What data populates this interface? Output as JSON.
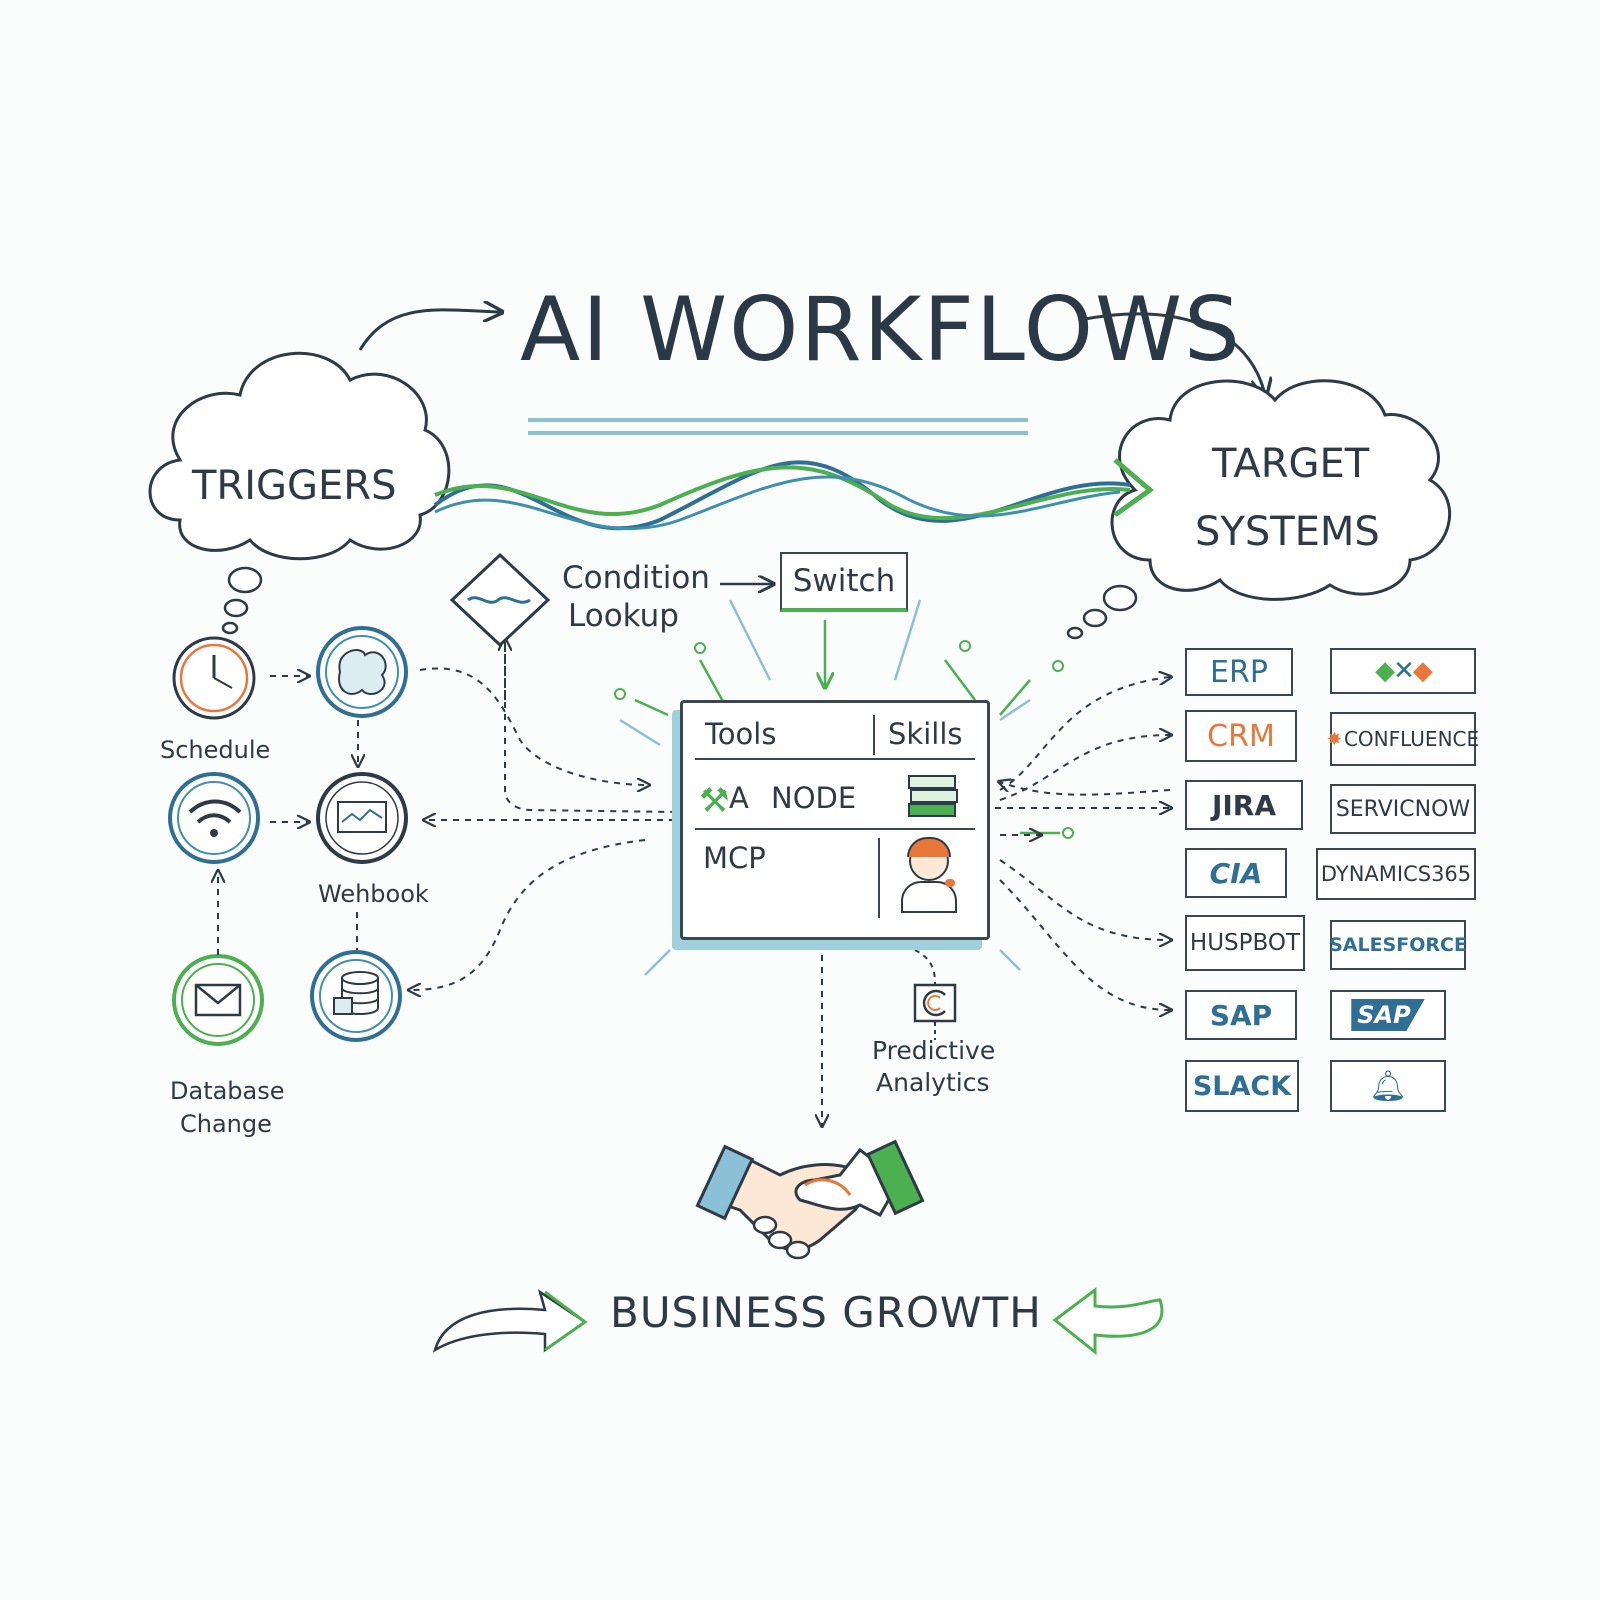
{
  "title": "AI WORKFLOWS",
  "clouds": {
    "triggers": "TRIGGERS",
    "targets_line1": "TARGET",
    "targets_line2": "SYSTEMS"
  },
  "triggers": {
    "schedule": "Schedule",
    "webhook": "Wehbook",
    "db_line1": "Database",
    "db_line2": "Change"
  },
  "logic": {
    "condition": "Condition",
    "lookup": "Lookup",
    "switch": "Switch"
  },
  "node": {
    "tools": "Tools",
    "skills": "Skills",
    "node_label": "NODE",
    "ai_prefix": "A",
    "mcp": "MCP"
  },
  "predictive": {
    "line1": "Predictive",
    "line2": "Analytics"
  },
  "targets": {
    "left": [
      "ERP",
      "CRM",
      "JIRA",
      "CIA",
      "HUSPBOT",
      "SAP",
      "SLACK"
    ],
    "right": [
      "CONFLUENCE",
      "SERVICNOW",
      "DYNAMICS365",
      "SALESFORCE",
      "SAP"
    ]
  },
  "footer": "BUSINESS GROWTH",
  "colors": {
    "ink": "#2e3a45",
    "blue": "#2f6f95",
    "teal": "#3f8fae",
    "green": "#4caf50",
    "orange": "#e8783a",
    "light_blue": "#9fd0dc"
  }
}
